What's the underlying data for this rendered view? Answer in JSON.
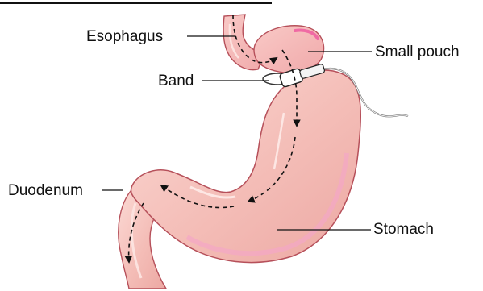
{
  "labels": {
    "esophagus": "Esophagus",
    "band": "Band",
    "duodenum": "Duodenum",
    "small_pouch": "Small pouch",
    "stomach": "Stomach"
  },
  "colors": {
    "tissue_fill": "#f4b8b3",
    "tissue_highlight": "#fce2df",
    "tissue_outline": "#b6505a",
    "pouch_accent": "#f06aa4",
    "band": "#ffffff",
    "leader_line": "#111111",
    "food_path": "#111111"
  }
}
